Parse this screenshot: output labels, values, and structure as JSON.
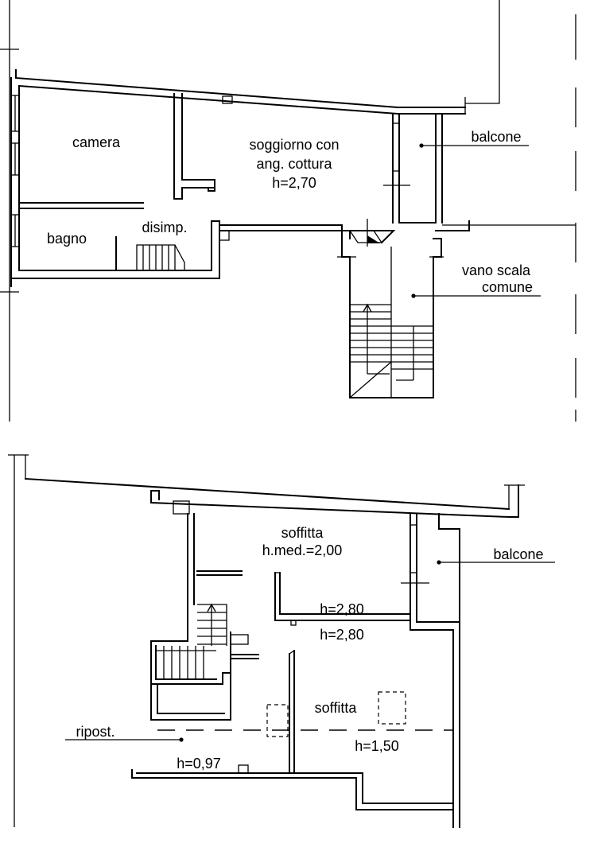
{
  "upper_floor": {
    "rooms": {
      "camera": "camera",
      "soggiorno": [
        "soggiorno con",
        "ang. cottura",
        "h=2,70"
      ],
      "bagno": "bagno",
      "disimpegno": "disimp.",
      "balcone": "balcone",
      "vano_scala": [
        "vano scala",
        "comune"
      ]
    }
  },
  "attic_floor": {
    "rooms": {
      "soffitta_top": [
        "soffitta",
        "h.med.=2,00"
      ],
      "balcone": "balcone",
      "height_1": "h=2,80",
      "height_2": "h=2,80",
      "soffitta_bottom": "soffitta",
      "height_soffitta": "h=1,50",
      "ripostiglio": "ripost.",
      "height_ripost": "h=0,97"
    }
  }
}
